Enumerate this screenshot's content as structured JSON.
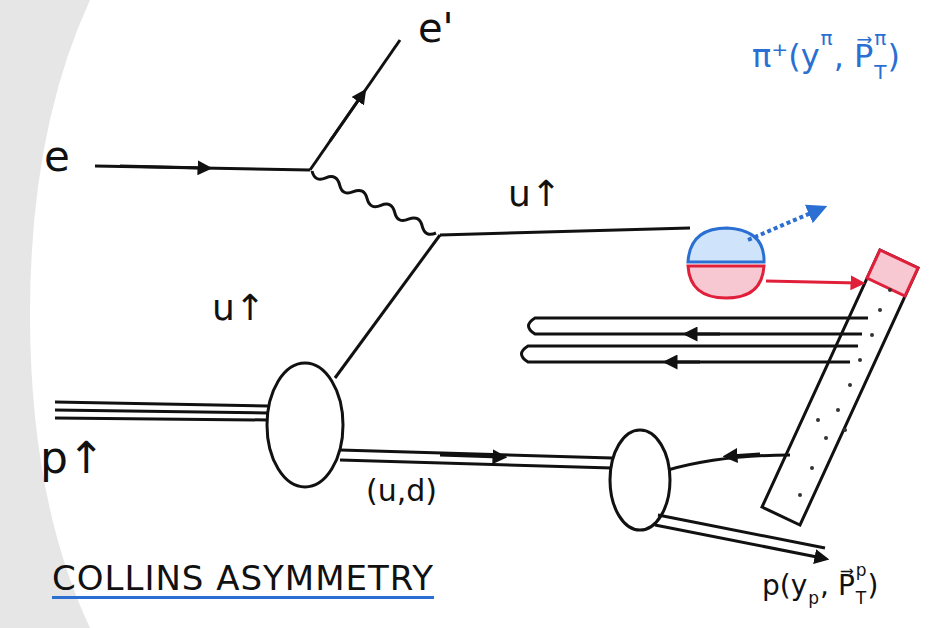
{
  "diagram": {
    "title": "COLLINS ASYMMETRY",
    "labels": [
      "e",
      "e'",
      "u↑",
      "u↑",
      "p↑",
      "(u,d)",
      "π⁺(y",
      "π",
      ", P⃗",
      "π",
      "T",
      ")",
      "p(y",
      "p",
      ", P⃗",
      "p",
      "T",
      ")"
    ]
  }
}
